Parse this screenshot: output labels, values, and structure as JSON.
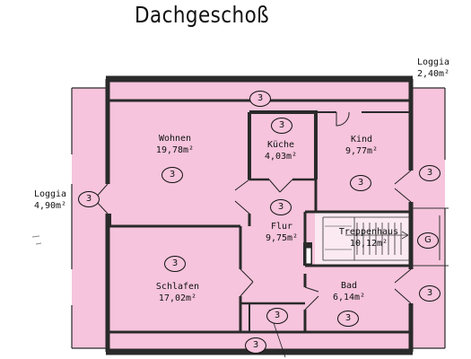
{
  "title": "Dachgeschoß",
  "colors": {
    "fill": "#f6c4dc",
    "wall": "#2a2a2a",
    "line": "#111111",
    "background": "#ffffff"
  },
  "rooms": {
    "wohnen": {
      "name": "Wohnen",
      "area": "19,78m²"
    },
    "kueche": {
      "name": "Küche",
      "area": "4,03m²"
    },
    "kind": {
      "name": "Kind",
      "area": "9,77m²"
    },
    "flur": {
      "name": "Flur",
      "area": "9,75m²"
    },
    "treppenhaus": {
      "name": "Treppenhaus",
      "area": "10,12m²"
    },
    "schlafen": {
      "name": "Schlafen",
      "area": "17,02m²"
    },
    "bad": {
      "name": "Bad",
      "area": "6,14m²"
    },
    "loggia_left": {
      "name": "Loggia",
      "area": "4,90m²"
    },
    "loggia_right": {
      "name": "Loggia",
      "area": "2,40m²"
    }
  },
  "badges": {
    "top": "3",
    "wohnen": "3",
    "kueche": "3",
    "kind": "3",
    "flur": "3",
    "loggia_left": "3",
    "right_upper": "3",
    "stair": "G",
    "schlafen": "3",
    "bad": "3",
    "right_lower": "3",
    "entry": "3",
    "bottom": "3"
  }
}
